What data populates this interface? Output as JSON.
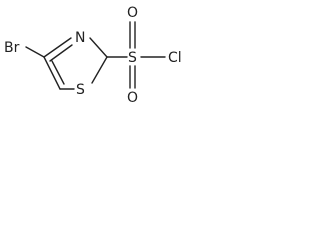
{
  "molecule": {
    "atoms": {
      "bromine": "Br",
      "ring_nitrogen": "N",
      "ring_sulfur": "S",
      "sulfonyl_sulfur": "S",
      "oxygen_top": "O",
      "oxygen_bottom": "O",
      "chlorine": "Cl"
    },
    "line_color": "#222222"
  }
}
